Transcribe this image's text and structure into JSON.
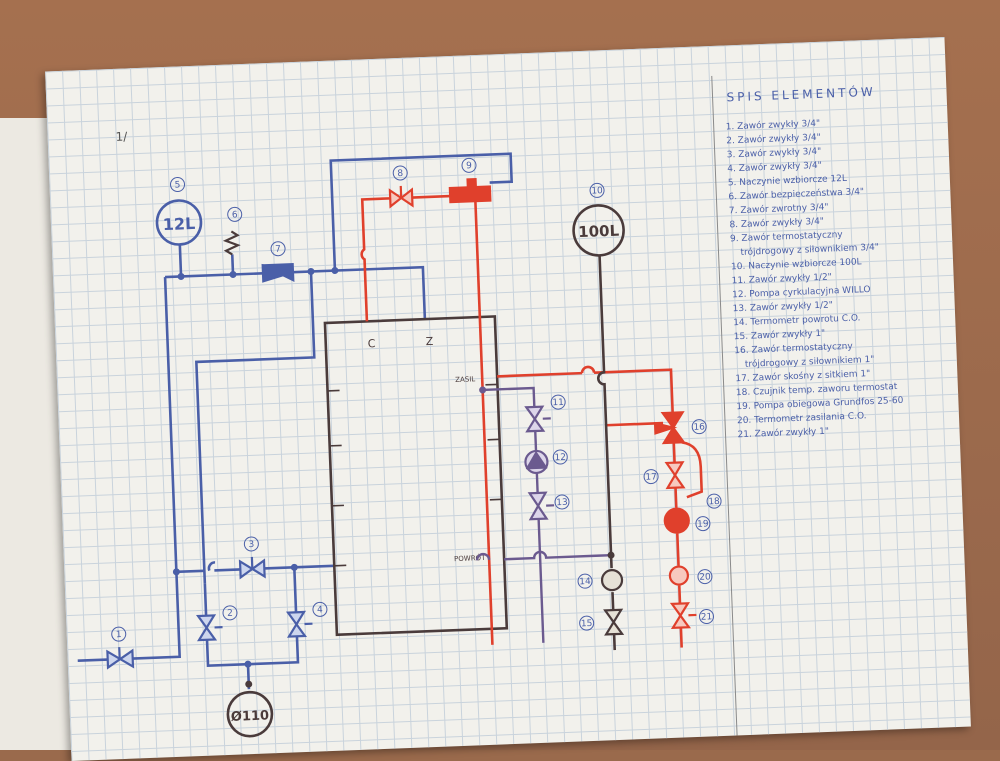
{
  "page": {
    "corner_mark": "1/"
  },
  "vessels": {
    "v5": {
      "label": "12L",
      "number": "5"
    },
    "v10": {
      "label": "100L",
      "number": "10"
    },
    "boiler": {
      "label": "Ø110"
    }
  },
  "boiler_tank": {
    "port_c": "C",
    "port_z": "Z",
    "supply_label": "ZASIL",
    "return_label": "POWRÓT"
  },
  "element_numbers": [
    "1",
    "2",
    "3",
    "4",
    "5",
    "6",
    "7",
    "8",
    "9",
    "10",
    "11",
    "12",
    "13",
    "14",
    "15",
    "16",
    "17",
    "18",
    "19",
    "20",
    "21"
  ],
  "legend": {
    "title": "SPIS ELEMENTÓW",
    "items": [
      "1. Zawór zwykły 3/4\"",
      "2. Zawór zwykły 3/4\"",
      "3. Zawór zwykły 3/4\"",
      "4. Zawór zwykły 3/4\"",
      "5. Naczynie wzbiorcze 12L",
      "6. Zawór bezpieczeństwa 3/4\"",
      "7. Zawór zwrotny 3/4\"",
      "8. Zawór zwykły 3/4\"",
      "9. Zawór termostatyczny",
      "trójdrogowy z siłownikiem 3/4\"",
      "10. Naczynie wzbiorcze 100L",
      "11. Zawór zwykły 1/2\"",
      "12. Pompa cyrkulacyjna WILLO",
      "13. Zawór zwykły 1/2\"",
      "14. Termometr powrotu C.O.",
      "15. Zawór zwykły 1\"",
      "16. Zawór termostatyczny",
      "trójdrogowy z siłownikiem 1\"",
      "17. Zawór skośny z sitkiem 1\"",
      "18. Czujnik temp. zaworu termostat",
      "19. Pompa obiegowa Grundfos 25-60",
      "20. Termometr zasilania C.O.",
      "21. Zawór zwykły 1\""
    ]
  },
  "colors": {
    "cold": "#4a5fa8",
    "hot": "#e0402c",
    "tank": "#4a3b3b",
    "grid": "#c9d3dc",
    "paper": "#f2f1ec"
  }
}
